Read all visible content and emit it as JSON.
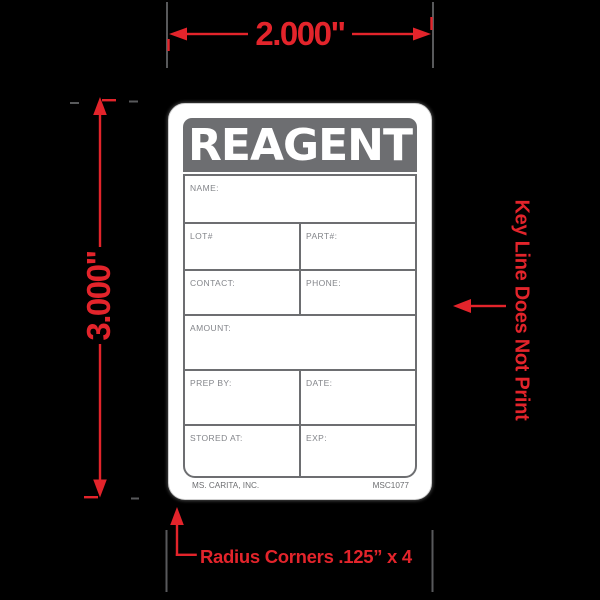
{
  "colors": {
    "red": "#E3242B",
    "header_gray": "#6D6E71",
    "field_text_gray": "#83858A",
    "tick_gray": "#58595B",
    "label_bg": "#FFFFFF",
    "background": "#000000"
  },
  "annotations": {
    "width_dimension": "2.000\"",
    "height_dimension": "3.000\"",
    "keyline_note": "Key Line Does Not Print",
    "radius_note": "Radius Corners .125” x 4"
  },
  "label": {
    "title": "REAGENT",
    "fields": {
      "name": "NAME:",
      "lot": "LOT#",
      "part": "PART#:",
      "contact": "CONTACT:",
      "phone": "PHONE:",
      "amount": "AMOUNT:",
      "prep_by": "PREP BY:",
      "date": "DATE:",
      "stored_at": "STORED AT:",
      "exp": "EXP:"
    },
    "footer_left": "MS. CARITA, INC.",
    "footer_right": "MSC1077"
  }
}
